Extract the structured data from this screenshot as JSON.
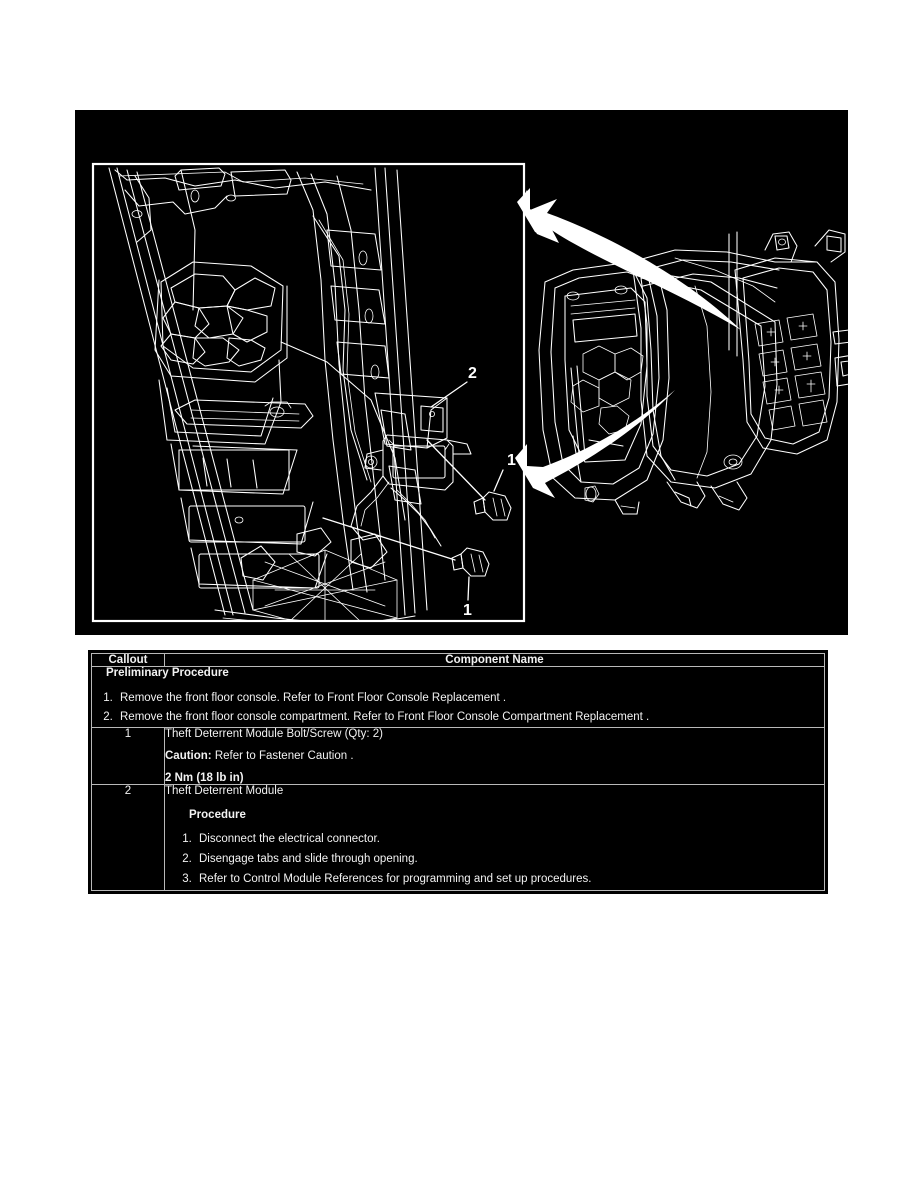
{
  "document": {
    "kind": "service-manual-figure",
    "background_color": "#ffffff",
    "panel_color": "#000000",
    "line_color": "#ffffff"
  },
  "illustration": {
    "name": "theft-deterrent-module-location",
    "callout_labels": [
      "2",
      "1",
      "1"
    ],
    "arrows": [
      "curved-arrow-upper-left",
      "curved-arrow-lower-left"
    ],
    "inset_frame": true
  },
  "table": {
    "headers": {
      "callout": "Callout",
      "component_name": "Component Name"
    },
    "preliminary": {
      "title": "Preliminary Procedure",
      "steps": [
        "Remove the front floor console. Refer to Front Floor Console Replacement .",
        "Remove the front floor console compartment. Refer to Front Floor Console Compartment Replacement ."
      ]
    },
    "rows": [
      {
        "callout": "1",
        "name": "Theft Deterrent Module Bolt/Screw (Qty: 2)",
        "caution_label": "Caution:",
        "caution_text": " Refer to Fastener Caution .",
        "torque": "2 Nm (18 lb in)"
      },
      {
        "callout": "2",
        "name": "Theft Deterrent Module",
        "procedure_title": "Procedure",
        "procedure_steps": [
          "Disconnect the electrical connector.",
          "Disengage tabs and slide through opening.",
          "Refer to Control Module References for programming and set up procedures."
        ]
      }
    ]
  }
}
